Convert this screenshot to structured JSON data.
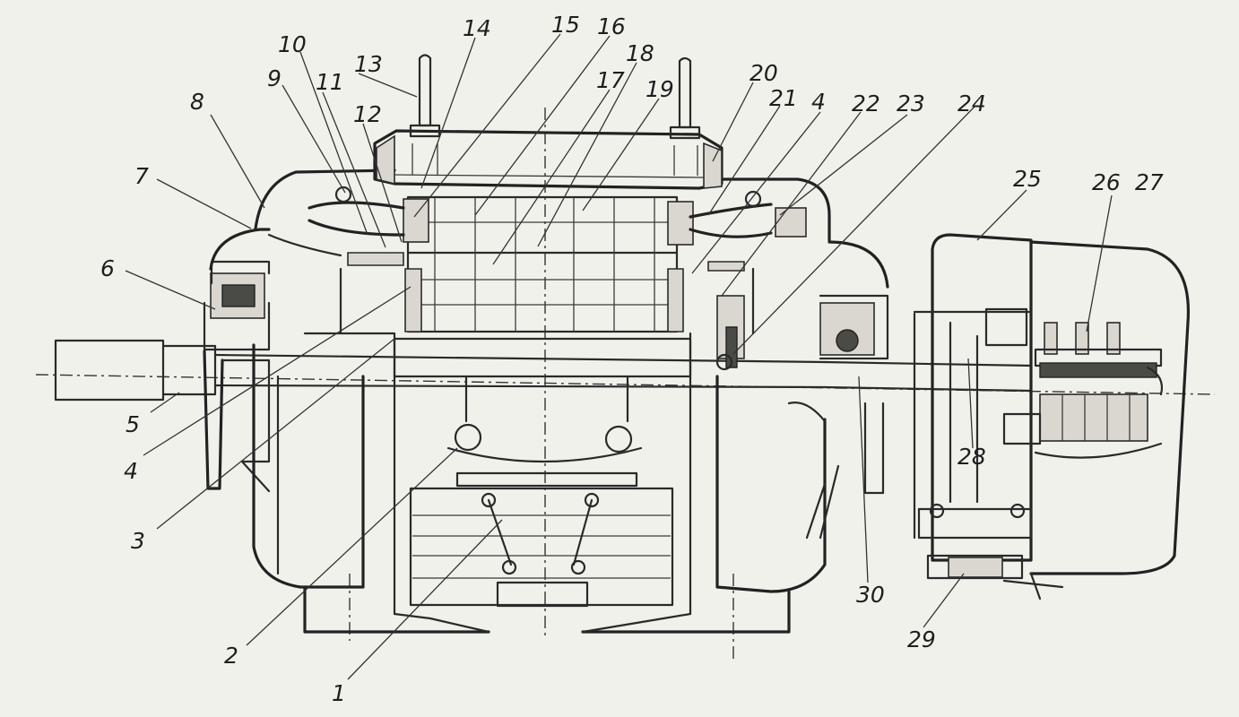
{
  "callouts": [
    {
      "id": "1",
      "text": "1"
    },
    {
      "id": "2",
      "text": "2"
    },
    {
      "id": "3",
      "text": "3"
    },
    {
      "id": "4a",
      "text": "4"
    },
    {
      "id": "4b",
      "text": "4"
    },
    {
      "id": "5",
      "text": "5"
    },
    {
      "id": "6",
      "text": "6"
    },
    {
      "id": "7",
      "text": "7"
    },
    {
      "id": "8",
      "text": "8"
    },
    {
      "id": "9",
      "text": "9"
    },
    {
      "id": "10",
      "text": "10"
    },
    {
      "id": "11",
      "text": "11"
    },
    {
      "id": "12",
      "text": "12"
    },
    {
      "id": "13",
      "text": "13"
    },
    {
      "id": "14",
      "text": "14"
    },
    {
      "id": "15",
      "text": "15"
    },
    {
      "id": "16",
      "text": "16"
    },
    {
      "id": "17",
      "text": "17"
    },
    {
      "id": "18",
      "text": "18"
    },
    {
      "id": "19",
      "text": "19"
    },
    {
      "id": "20",
      "text": "20"
    },
    {
      "id": "21",
      "text": "21"
    },
    {
      "id": "22",
      "text": "22"
    },
    {
      "id": "23",
      "text": "23"
    },
    {
      "id": "24",
      "text": "24"
    },
    {
      "id": "25",
      "text": "25"
    },
    {
      "id": "26",
      "text": "26"
    },
    {
      "id": "27",
      "text": "27"
    },
    {
      "id": "28",
      "text": "28"
    },
    {
      "id": "29",
      "text": "29"
    },
    {
      "id": "30",
      "text": "30"
    }
  ]
}
